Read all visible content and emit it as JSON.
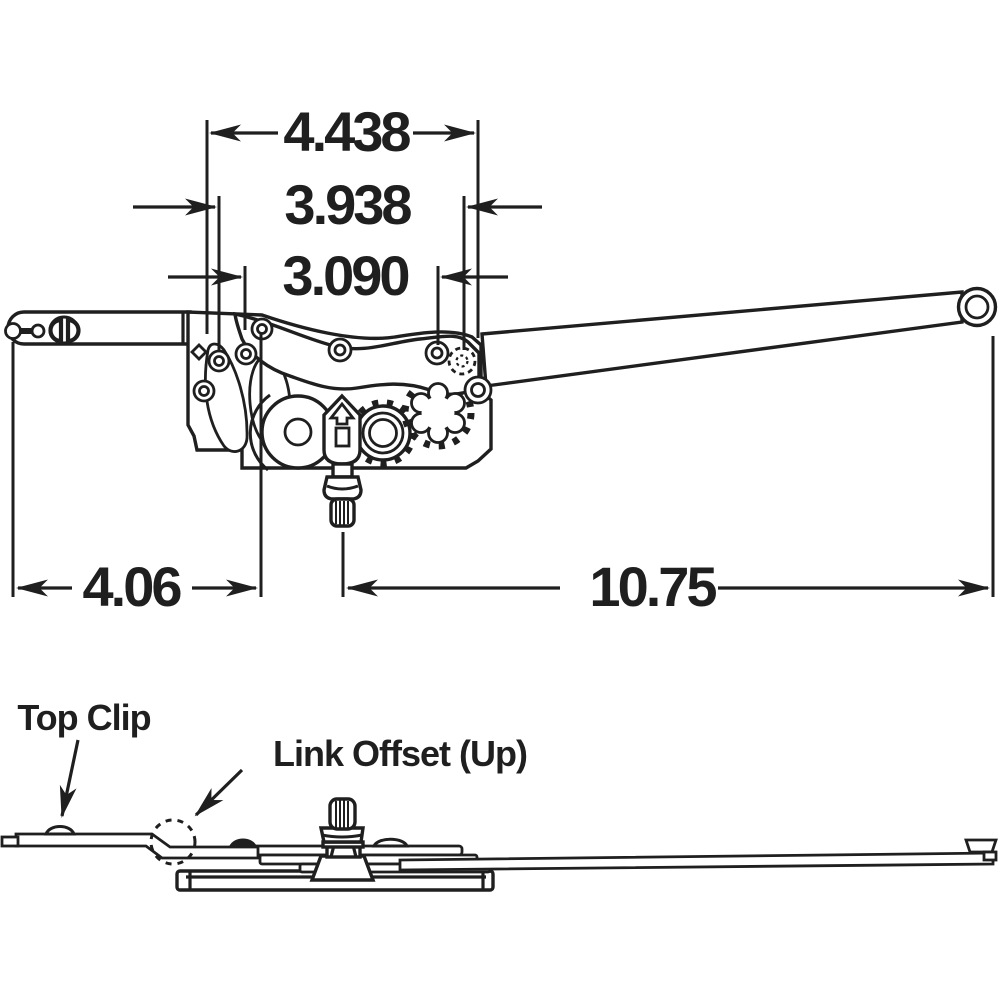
{
  "diagram": {
    "title": "Dual-arm casement window operator dimension drawing",
    "colors": {
      "ink": "#1f1f1f",
      "paper": "#ffffff"
    }
  },
  "dims": {
    "d1": "4.438",
    "d2": "3.938",
    "d3": "3.090",
    "d4": "4.06",
    "d5": "10.75"
  },
  "labels": {
    "top_clip": "Top Clip",
    "link_offset": "Link Offset (Up)"
  }
}
